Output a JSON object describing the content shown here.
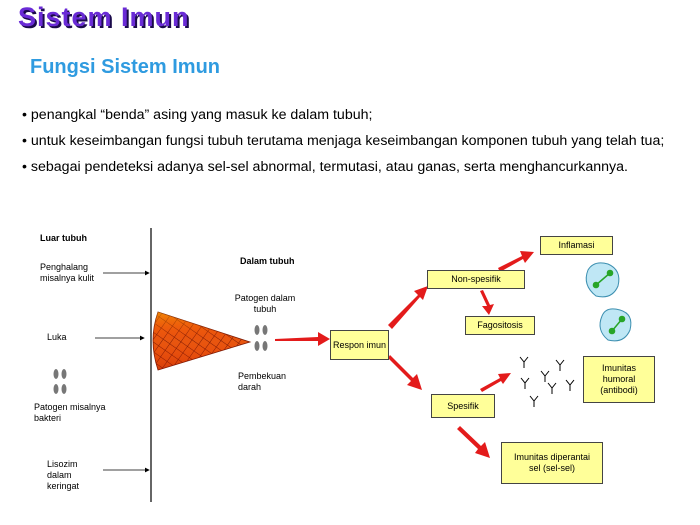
{
  "slide_title": "Sistem Imun",
  "subtitle": "Fungsi Sistem Imun",
  "bullets": [
    {
      "bullet": "•",
      "text": "penangkal “benda” asing yang masuk ke dalam tubuh;"
    },
    {
      "bullet": "•",
      "text": "untuk keseimbangan fungsi tubuh terutama menjaga keseimbangan komponen tubuh yang telah tua;"
    },
    {
      "bullet": "•",
      "text": "sebagai pendeteksi adanya sel-sel abnormal, termutasi, atau ganas, serta menghancurkannya."
    }
  ],
  "diagram": {
    "outside_header": "Luar tubuh",
    "inside_header": "Dalam tubuh",
    "barrier": "Penghalang misalnya kulit",
    "wound": "Luka",
    "pathogen_bacteria": "Patogen misalnya bakteri",
    "lysozyme": "Lisozim dalam keringat",
    "pathogen_inside": "Patogen dalam tubuh",
    "clotting": "Pembekuan darah",
    "response": "Respon imun",
    "non_specific": "Non-spesifik",
    "inflammation": "Inflamasi",
    "phagocytosis": "Fagositosis",
    "specific": "Spesifik",
    "humoral": "Imunitas humoral (antibodi)",
    "cellular": "Imunitas diperantai sel (sel-sel)"
  },
  "colors": {
    "title": "#6a2bd6",
    "subtitle": "#2f9be0",
    "arrow": "#e31b1b",
    "box_fill": "#ffff99",
    "cone": "#e8560f"
  }
}
